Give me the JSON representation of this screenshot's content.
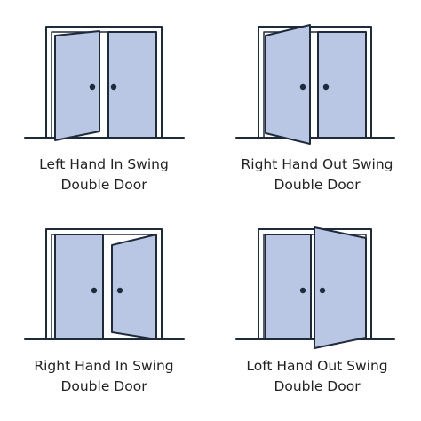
{
  "diagrams": [
    {
      "key": "left-in",
      "line1": "Left Hand In Swing",
      "line2": "Double Door"
    },
    {
      "key": "right-out",
      "line1": "Right Hand Out Swing",
      "line2": "Double Door"
    },
    {
      "key": "right-in",
      "line1": "Right Hand In Swing",
      "line2": "Double Door"
    },
    {
      "key": "left-out",
      "line1": "Loft Hand Out Swing",
      "line2": "Double Door"
    }
  ],
  "colors": {
    "stroke": "#1f2a3a",
    "door_fill": "#b9c6e4",
    "knob": "#1f2a3a",
    "text": "#222222"
  }
}
